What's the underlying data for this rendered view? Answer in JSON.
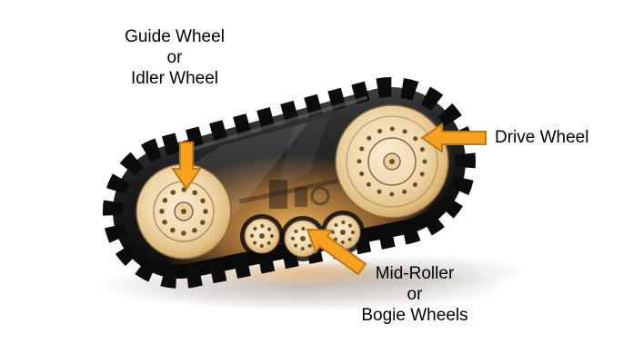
{
  "labels": {
    "guide_wheel": {
      "line1": "Guide Wheel",
      "line2": "or",
      "line3": "Idler Wheel"
    },
    "drive_wheel": {
      "text": "Drive Wheel"
    },
    "mid_roller": {
      "line1": "Mid-Roller",
      "line2": "or",
      "line3": "Bogie Wheels"
    }
  },
  "colors": {
    "background": "#FFFFFF",
    "arrow_fill": "#F6A11F",
    "arrow_stroke": "#BA7A1C",
    "track_rubber": "#151515",
    "wheel_face": "#ECD3A2",
    "label_text": "#000000"
  }
}
